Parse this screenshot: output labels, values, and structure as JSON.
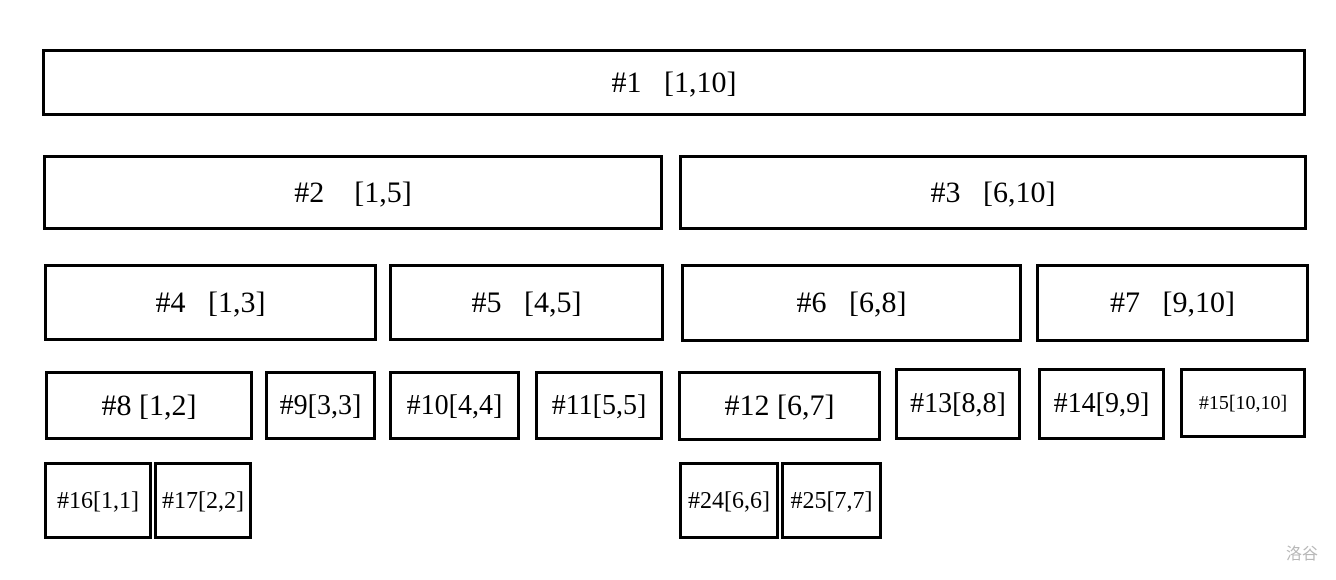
{
  "diagram": {
    "nodes": [
      {
        "id": "n1",
        "label": "#1   [1,10]"
      },
      {
        "id": "n2",
        "label": "#2    [1,5]"
      },
      {
        "id": "n3",
        "label": "#3   [6,10]"
      },
      {
        "id": "n4",
        "label": "#4   [1,3]"
      },
      {
        "id": "n5",
        "label": "#5   [4,5]"
      },
      {
        "id": "n6",
        "label": "#6   [6,8]"
      },
      {
        "id": "n7",
        "label": "#7   [9,10]"
      },
      {
        "id": "n8",
        "label": "#8 [1,2]"
      },
      {
        "id": "n9",
        "label": "#9[3,3]"
      },
      {
        "id": "n10",
        "label": "#10[4,4]"
      },
      {
        "id": "n11",
        "label": "#11[5,5]"
      },
      {
        "id": "n12",
        "label": "#12 [6,7]"
      },
      {
        "id": "n13",
        "label": "#13[8,8]"
      },
      {
        "id": "n14",
        "label": "#14[9,9]"
      },
      {
        "id": "n15",
        "label": "#15[10,10]"
      },
      {
        "id": "n16",
        "label": "#16[1,1]"
      },
      {
        "id": "n17",
        "label": "#17[2,2]"
      },
      {
        "id": "n24",
        "label": "#24[6,6]"
      },
      {
        "id": "n25",
        "label": "#25[7,7]"
      }
    ]
  },
  "watermark": "洛谷"
}
